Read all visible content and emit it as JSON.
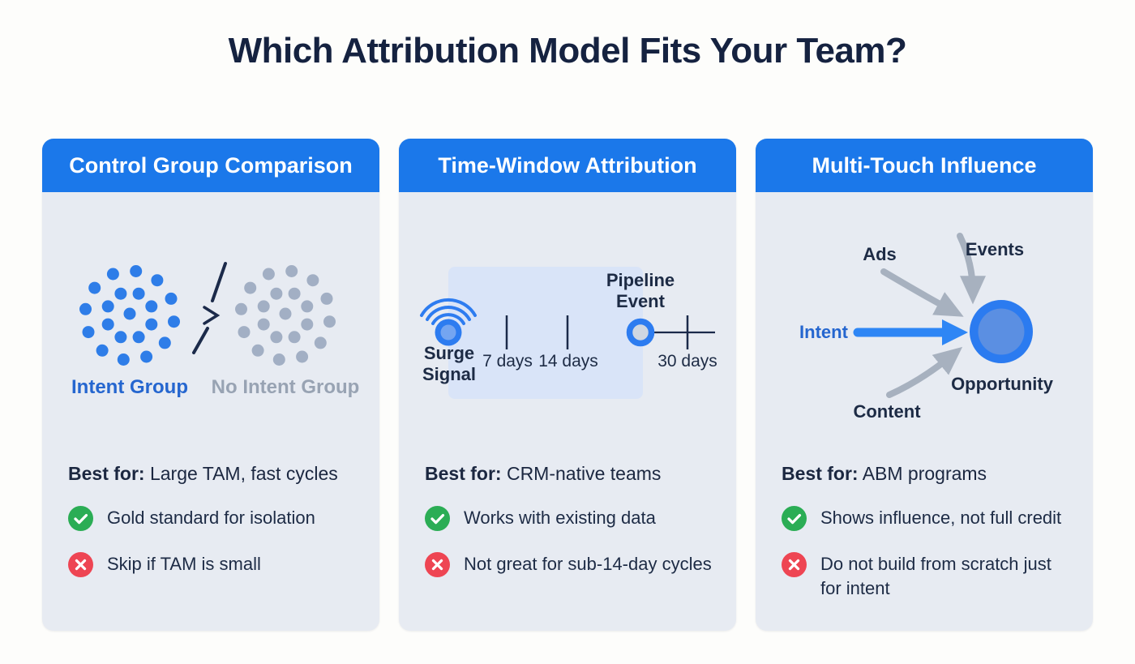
{
  "title": "Which Attribution Model Fits Your Team?",
  "colors": {
    "header_blue": "#1b78ea",
    "card_bg": "#e7ebf2",
    "title_navy": "#152240",
    "body_text": "#1d2b45",
    "dot_blue": "#2e7de8",
    "dot_gray": "#a2afc4",
    "intent_label_blue": "#2566cf",
    "muted_label_gray": "#98a3b3",
    "check_green": "#2bad55",
    "cross_red": "#ee4553",
    "arrow_gray": "#a7b1bf",
    "arrow_blue": "#2e86f5",
    "window_shade": "#d9e4f8",
    "dark_stroke": "#1b2a4a"
  },
  "cards": [
    {
      "title": "Control Group Comparison",
      "best_for_label": "Best for:",
      "best_for": "Large TAM, fast cycles",
      "pro": "Gold standard for isolation",
      "con": "Skip if TAM is small",
      "illustration": {
        "intent_group_label": "Intent Group",
        "no_intent_group_label": "No Intent Group"
      }
    },
    {
      "title": "Time-Window Attribution",
      "best_for_label": "Best for:",
      "best_for": "CRM-native teams",
      "pro": "Works with existing data",
      "con": "Not great for sub-14-day cycles",
      "illustration": {
        "surge_label": "Surge Signal",
        "pipeline_label": "Pipeline Event",
        "tick_7": "7 days",
        "tick_14": "14 days",
        "tick_30": "30 days"
      }
    },
    {
      "title": "Multi-Touch Influence",
      "best_for_label": "Best for:",
      "best_for": "ABM programs",
      "pro": "Shows influence, not full credit",
      "con": "Do not build from scratch just for intent",
      "illustration": {
        "source_ads": "Ads",
        "source_events": "Events",
        "source_intent": "Intent",
        "source_content": "Content",
        "target": "Opportunity"
      }
    }
  ]
}
